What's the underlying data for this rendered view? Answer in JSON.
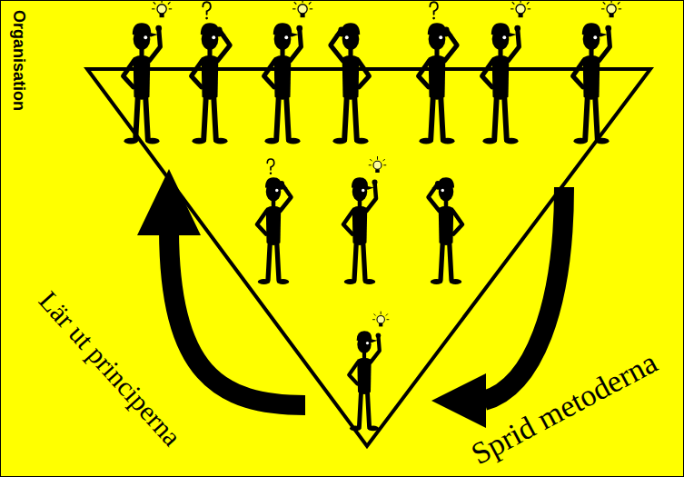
{
  "diagram": {
    "labels": [
      "Organisation",
      "Lär ut principerna",
      "Sprid metoderna"
    ]
  }
}
